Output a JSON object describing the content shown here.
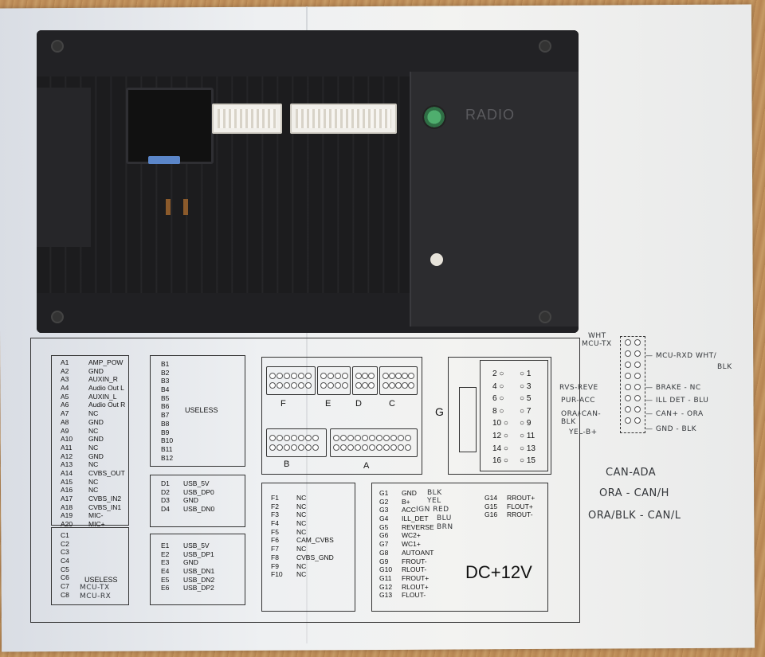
{
  "photo": {
    "brand_text": "RADIO"
  },
  "boxA": {
    "pins": [
      [
        "A1",
        "AMP_POW"
      ],
      [
        "A2",
        "GND"
      ],
      [
        "A3",
        "AUXIN_R"
      ],
      [
        "A4",
        "Audio Out L"
      ],
      [
        "A5",
        "AUXIN_L"
      ],
      [
        "A6",
        "Audio Out R"
      ],
      [
        "A7",
        "NC"
      ],
      [
        "A8",
        "GND"
      ],
      [
        "A9",
        "NC"
      ],
      [
        "A10",
        "GND"
      ],
      [
        "A11",
        "NC"
      ],
      [
        "A12",
        "GND"
      ],
      [
        "A13",
        "NC"
      ],
      [
        "A14",
        "CVBS_OUT"
      ],
      [
        "A15",
        "NC"
      ],
      [
        "A16",
        "NC"
      ],
      [
        "A17",
        "CVBS_IN2"
      ],
      [
        "A18",
        "CVBS_IN1"
      ],
      [
        "A19",
        "MIC-"
      ],
      [
        "A20",
        "MIC+"
      ]
    ]
  },
  "boxB": {
    "pins": [
      "B1",
      "B2",
      "B3",
      "B4",
      "B5",
      "B6",
      "B7",
      "B8",
      "B9",
      "B10",
      "B11",
      "B12"
    ],
    "label": "USELESS"
  },
  "boxC": {
    "pins": [
      "C1",
      "C2",
      "C3",
      "C4",
      "C5",
      "C6",
      "C7",
      "C8"
    ],
    "label": "USELESS",
    "hand_c7": "MCU-TX",
    "hand_c8": "MCU-RX"
  },
  "boxD": {
    "pins": [
      [
        "D1",
        "USB_5V"
      ],
      [
        "D2",
        "USB_DP0"
      ],
      [
        "D3",
        "GND"
      ],
      [
        "D4",
        "USB_DN0"
      ]
    ]
  },
  "boxE": {
    "pins": [
      [
        "E1",
        "USB_5V"
      ],
      [
        "E2",
        "USB_DP1"
      ],
      [
        "E3",
        "GND"
      ],
      [
        "E4",
        "USB_DN1"
      ],
      [
        "E5",
        "USB_DN2"
      ],
      [
        "E6",
        "USB_DP2"
      ]
    ]
  },
  "boxF": {
    "pins": [
      [
        "F1",
        "NC"
      ],
      [
        "F2",
        "NC"
      ],
      [
        "F3",
        "NC"
      ],
      [
        "F4",
        "NC"
      ],
      [
        "F5",
        "NC"
      ],
      [
        "F6",
        "CAM_CVBS"
      ],
      [
        "F7",
        "NC"
      ],
      [
        "F8",
        "CVBS_GND"
      ],
      [
        "F9",
        "NC"
      ],
      [
        "F10",
        "NC"
      ]
    ]
  },
  "boxG": {
    "pins": [
      [
        "G1",
        "GND"
      ],
      [
        "G2",
        "B+"
      ],
      [
        "G3",
        "ACC"
      ],
      [
        "G4",
        "ILL_DET"
      ],
      [
        "G5",
        "REVERSE"
      ],
      [
        "G6",
        "WC2+"
      ],
      [
        "G7",
        "WC1+"
      ],
      [
        "G8",
        "AUTOANT"
      ],
      [
        "G9",
        "FROUT-"
      ],
      [
        "G10",
        "RLOUT-"
      ],
      [
        "G11",
        "FROUT+"
      ],
      [
        "G12",
        "RLOUT+"
      ],
      [
        "G13",
        "FLOUT-"
      ]
    ],
    "pins_right": [
      [
        "G14",
        "RROUT+"
      ],
      [
        "G15",
        "FLOUT+"
      ],
      [
        "G16",
        "RROUT-"
      ]
    ],
    "hand": [
      "BLK",
      "YEL",
      "IGN RED",
      "BLU",
      "BRN"
    ],
    "voltage": "DC+12V"
  },
  "connectors": {
    "letters": [
      "F",
      "E",
      "D",
      "C",
      "B",
      "A",
      "G"
    ],
    "g_numbers_left": [
      "2",
      "4",
      "6",
      "8",
      "10",
      "12",
      "14",
      "16"
    ],
    "g_numbers_right": [
      "1",
      "3",
      "5",
      "7",
      "9",
      "11",
      "13",
      "15"
    ]
  },
  "handwriting": {
    "wht": "WHT",
    "mcu_tx": "MCU-TX",
    "mcu_rxd": "— MCU-RXD WHT/",
    "blk": "BLK",
    "rvs": "RVS-REVE",
    "brake": "— BRAKE - NC",
    "pur": "PUR-ACC",
    "ill": "— ILL DET - BLU",
    "ora": "ORA/",
    "blk2": "BLK",
    "can_minus": "-CAN-",
    "can_plus": "— CAN+ - ORA",
    "yel": "YEL-B+",
    "gnd": "— GND - BLK",
    "can_ada": "CAN-ADA",
    "ora_can_h": "ORA  - CAN/H",
    "ora_blk_can_l": "ORA/BLK  - CAN/L"
  }
}
